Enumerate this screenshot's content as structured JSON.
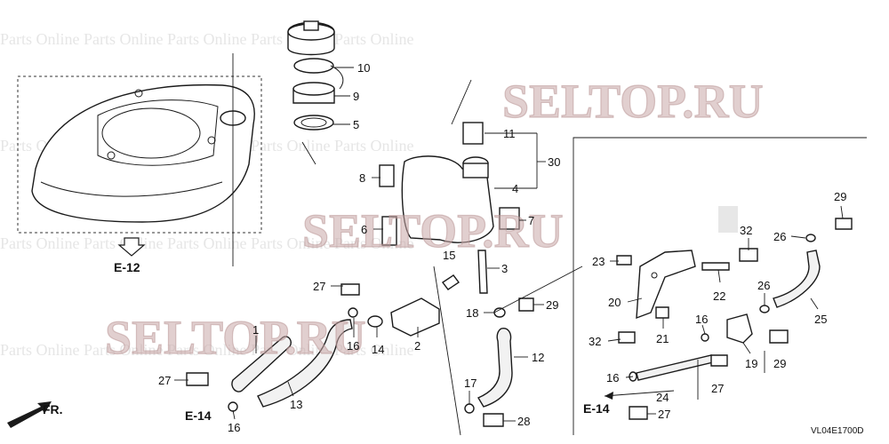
{
  "watermarks": [
    "SELTOP.RU",
    "SELTOP.RU",
    "SELTOP.RU"
  ],
  "diagram_code": "VL04E1700D",
  "references": {
    "e12": "E-12",
    "e14_left": "E-14",
    "e14_right": "E-14",
    "front": "FR."
  },
  "callouts": [
    "10",
    "9",
    "5",
    "11",
    "30",
    "8",
    "4",
    "6",
    "7",
    "3",
    "15",
    "27",
    "29",
    "18",
    "2",
    "16",
    "14",
    "1",
    "13",
    "27",
    "17",
    "12",
    "28",
    "16",
    "23",
    "20",
    "22",
    "32",
    "32",
    "21",
    "16",
    "19",
    "26",
    "29",
    "25",
    "27",
    "24",
    "29",
    "26",
    "16",
    "27"
  ],
  "colors": {
    "ink": "#1a1a1a",
    "watermark": "#c9a7a7",
    "background": "#ffffff"
  }
}
